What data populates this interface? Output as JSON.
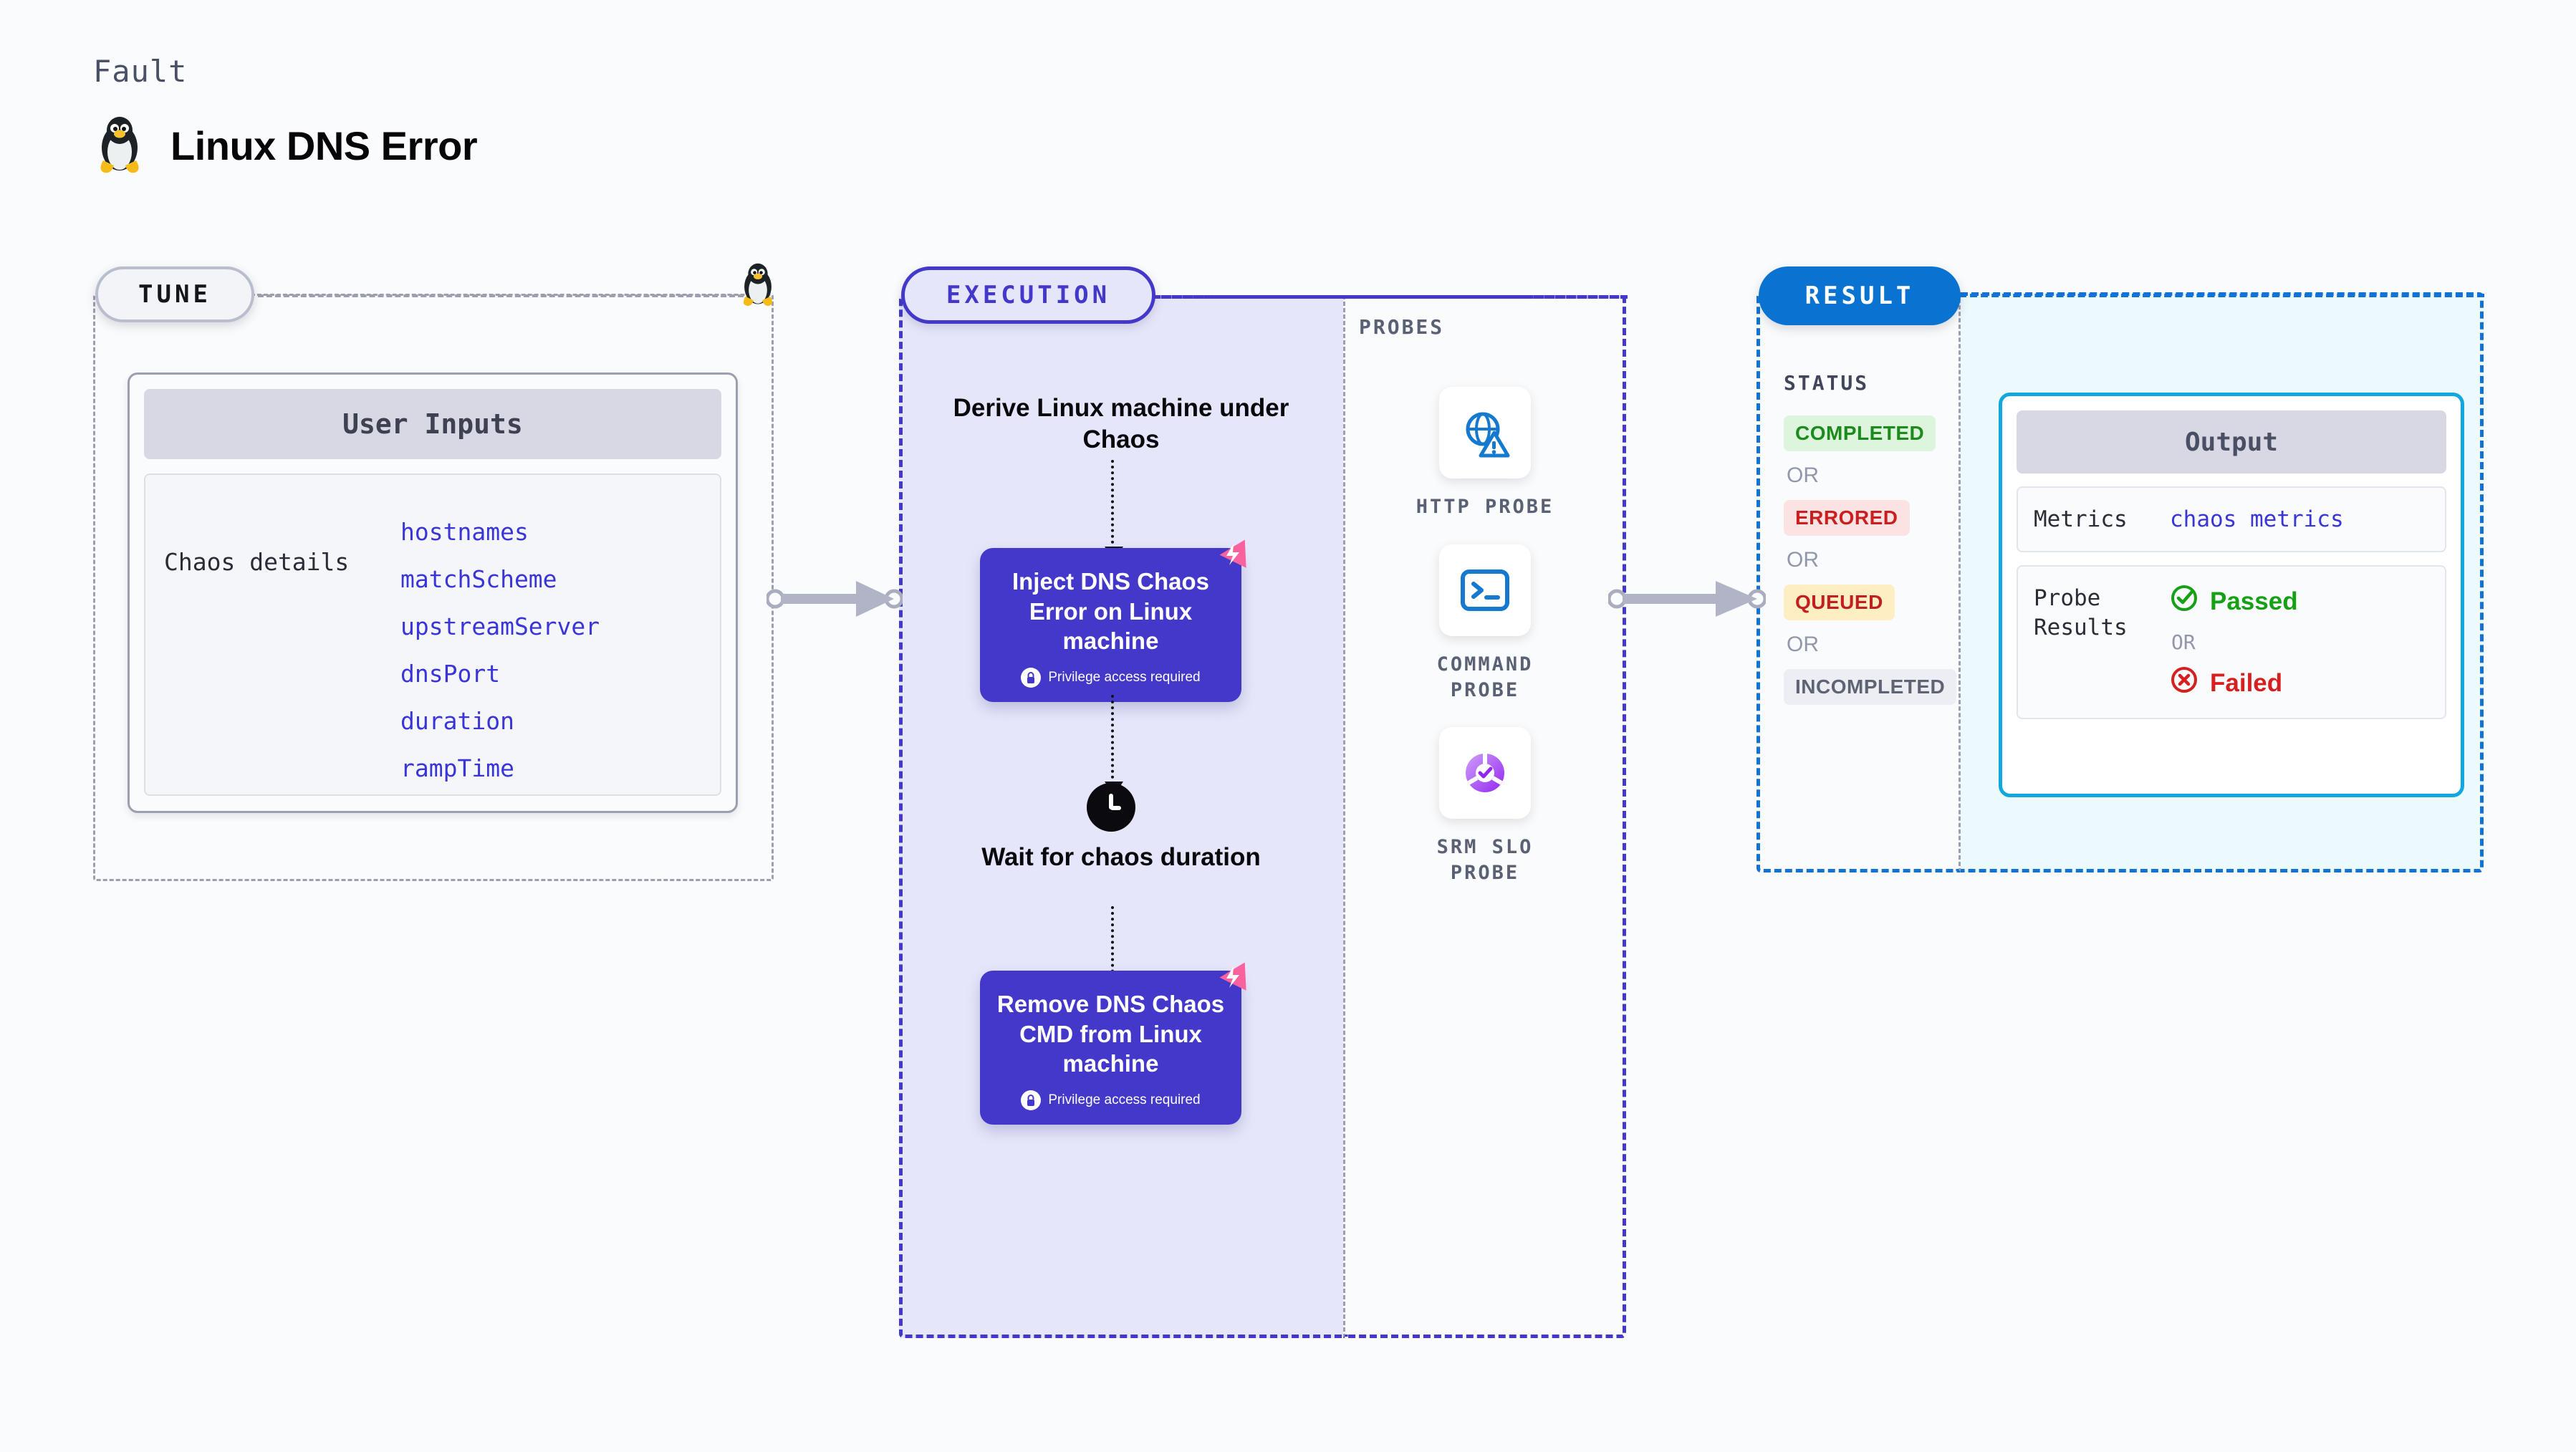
{
  "header": {
    "kicker": "Fault",
    "title": "Linux DNS Error",
    "icon": "linux-tux-icon"
  },
  "stages": {
    "tune": {
      "label": "TUNE"
    },
    "execution": {
      "label": "EXECUTION"
    },
    "result": {
      "label": "RESULT"
    }
  },
  "tune": {
    "card_title": "User Inputs",
    "group_label": "Chaos details",
    "fields": [
      "hostnames",
      "matchScheme",
      "upstreamServer",
      "dnsPort",
      "duration",
      "rampTime"
    ]
  },
  "execution": {
    "derive_caption": "Derive Linux machine under Chaos",
    "wait_caption": "Wait for chaos duration",
    "wait_icon": "clock-icon",
    "steps": [
      {
        "title": "Inject DNS Chaos Error on Linux machine",
        "privilege_note": "Privilege access required",
        "privilege_icon": "lock-icon",
        "corner_icon": "chaos-badge-icon"
      },
      {
        "title": "Remove DNS Chaos CMD from Linux machine",
        "privilege_note": "Privilege access required",
        "privilege_icon": "lock-icon",
        "corner_icon": "chaos-badge-icon"
      }
    ]
  },
  "probes": {
    "label": "PROBES",
    "items": [
      {
        "name": "HTTP PROBE",
        "icon": "globe-warning-icon"
      },
      {
        "name": "COMMAND PROBE",
        "icon": "terminal-icon"
      },
      {
        "name": "SRM SLO PROBE",
        "icon": "slo-donut-check-icon"
      }
    ]
  },
  "result": {
    "status_label": "STATUS",
    "or_label": "OR",
    "statuses": [
      {
        "label": "COMPLETED",
        "variant": "completed"
      },
      {
        "label": "ERRORED",
        "variant": "errored"
      },
      {
        "label": "QUEUED",
        "variant": "queued"
      },
      {
        "label": "INCOMPLETED",
        "variant": "incompleted"
      }
    ],
    "output": {
      "title": "Output",
      "metrics_key": "Metrics",
      "metrics_value": "chaos metrics",
      "probe_results_key": "Probe Results",
      "passed_label": "Passed",
      "failed_label": "Failed",
      "or_label": "OR",
      "passed_icon": "check-circle-icon",
      "failed_icon": "x-circle-icon"
    }
  },
  "colors": {
    "indigo": "#4338ca",
    "blue": "#0a72d0",
    "cyan": "#13a7e0",
    "pink": "#f9629f",
    "green": "#16a016",
    "red": "#d61f1f",
    "gray": "#9aa0b0"
  }
}
